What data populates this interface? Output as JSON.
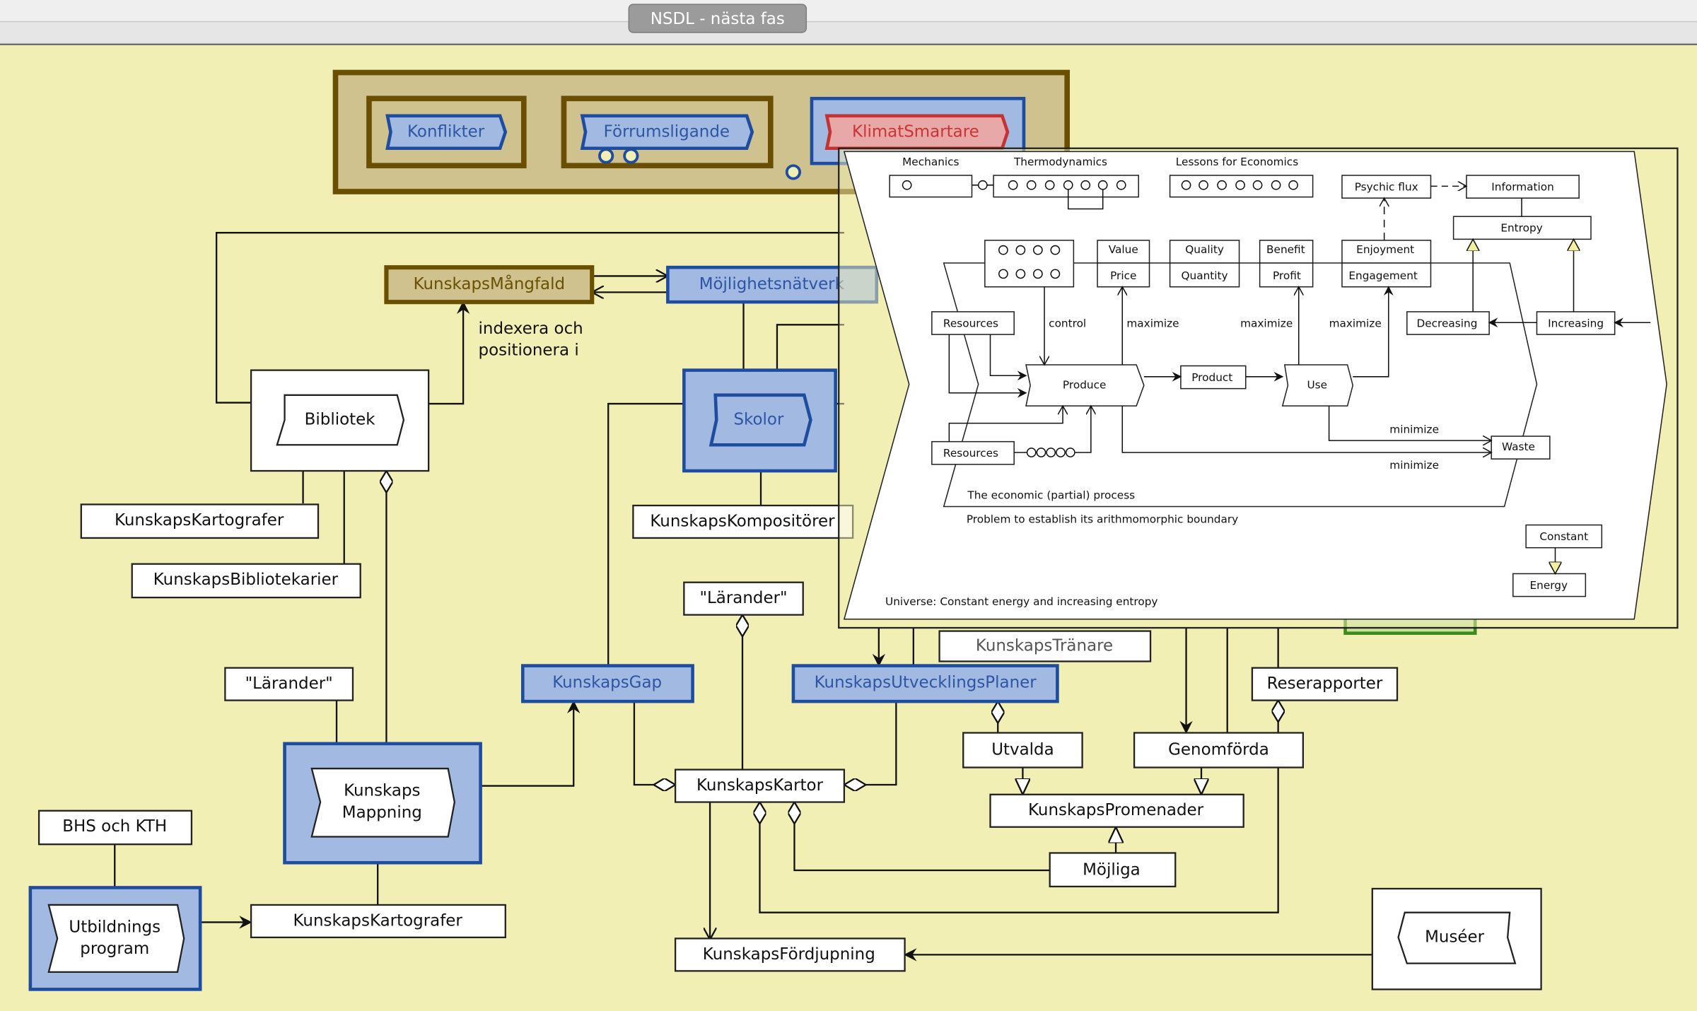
{
  "window": {
    "title": "NSDL - nästa fas"
  },
  "top_group": {
    "konflikter": "Konflikter",
    "forrumsligande": "Förrumsligande",
    "klimatsmartare": "KlimatSmartare"
  },
  "nodes": {
    "mangfald": "KunskapsMångfald",
    "mojlighetsnatverk": "Möjlighetsnätverk",
    "index_label_1": "indexera och",
    "index_label_2": "positionera i",
    "bibliotek": "Bibliotek",
    "skolor": "Skolor",
    "kartografer_top": "KunskapsKartografer",
    "bibliotekarier": "KunskapsBibliotekarier",
    "kompositorer": "KunskapsKompositörer",
    "larande_1": "\"Lärander\"",
    "larande_2": "\"Lärander\"",
    "mappning_1": "Kunskaps",
    "mappning_2": "Mappning",
    "gap": "KunskapsGap",
    "utvecklingsplaner": "KunskapsUtvecklingsPlaner",
    "tranare": "KunskapsTränare",
    "kartor": "KunskapsKartor",
    "utvalda": "Utvalda",
    "genomforda": "Genomförda",
    "reserapporter": "Reserapporter",
    "promenader": "KunskapsPromenader",
    "mojliga": "Möjliga",
    "fordjupning": "KunskapsFördjupning",
    "museer": "Muséer",
    "bhs_kth": "BHS och KTH",
    "utbildning_1": "Utbildnings",
    "utbildning_2": "program",
    "kartografer_bottom": "KunskapsKartografer"
  },
  "overlay": {
    "mechanics": "Mechanics",
    "thermodynamics": "Thermodynamics",
    "lessons": "Lessons for Economics",
    "psychic_flux": "Psychic flux",
    "information": "Information",
    "entropy": "Entropy",
    "value": "Value",
    "price": "Price",
    "quality": "Quality",
    "quantity": "Quantity",
    "benefit": "Benefit",
    "profit": "Profit",
    "enjoyment": "Enjoyment",
    "engagement": "Engagement",
    "resources_1": "Resources",
    "resources_2": "Resources",
    "control": "control",
    "maximize_1": "maximize",
    "maximize_2": "maximize",
    "maximize_3": "maximize",
    "decreasing": "Decreasing",
    "increasing": "Increasing",
    "produce": "Produce",
    "product": "Product",
    "use": "Use",
    "waste": "Waste",
    "minimize_1": "minimize",
    "minimize_2": "minimize",
    "process": "The economic (partial) process",
    "boundary": "Problem to establish its arithmomorphic boundary",
    "constant": "Constant",
    "energy": "Energy",
    "universe": "Universe: Constant energy and increasing entropy"
  },
  "colors": {
    "canvas": "#f1efb3",
    "blue_fill": "#a2b9e1",
    "blue_stroke": "#1e4c9e",
    "gold_fill": "#cfc28e",
    "gold_stroke": "#6b4f00",
    "red_fill": "#e8a8a8",
    "red_stroke": "#c33333",
    "green_stroke": "#3f8a1a"
  }
}
